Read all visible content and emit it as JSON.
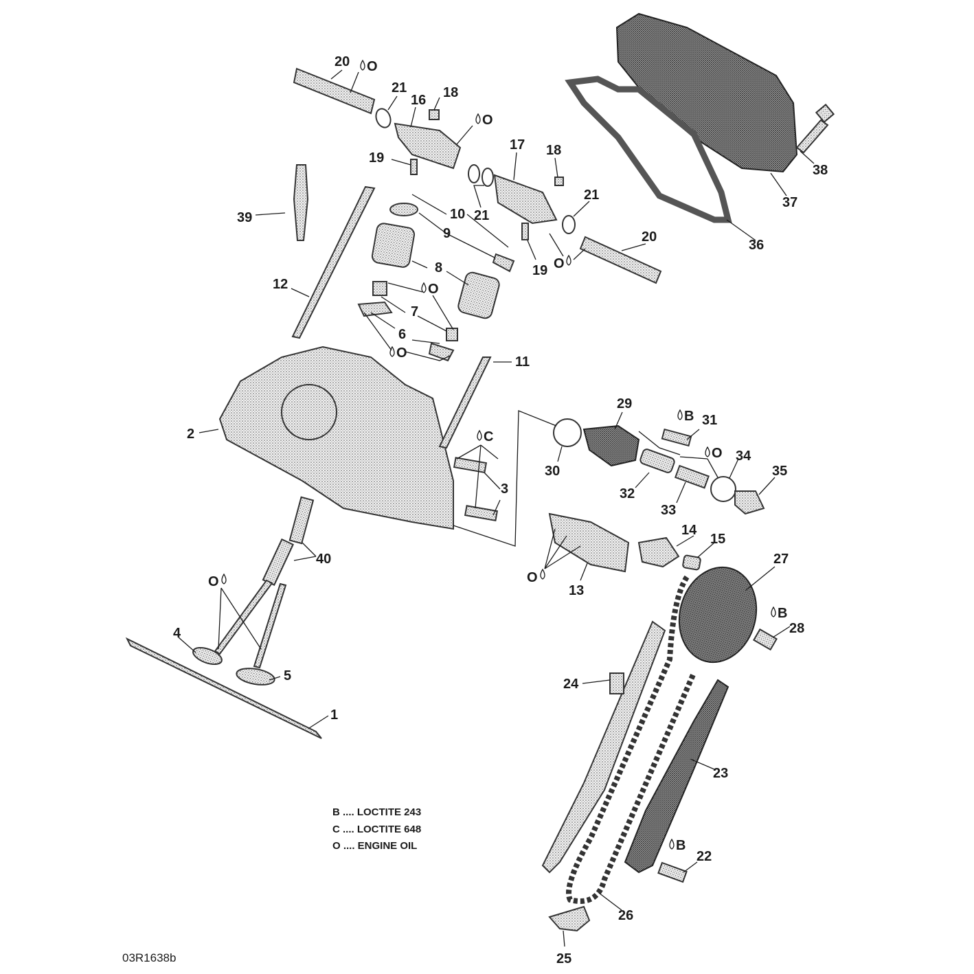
{
  "diagram": {
    "reference_code": "03R1638b",
    "legend": [
      {
        "code": "B",
        "text": "B .... LOCTITE 243"
      },
      {
        "code": "C",
        "text": "C .... LOCTITE 648"
      },
      {
        "code": "O",
        "text": "O .... ENGINE OIL"
      }
    ],
    "callouts": [
      {
        "id": "c1",
        "label": "1"
      },
      {
        "id": "c2",
        "label": "2"
      },
      {
        "id": "c3",
        "label": "3"
      },
      {
        "id": "c4",
        "label": "4"
      },
      {
        "id": "c5",
        "label": "5"
      },
      {
        "id": "c6",
        "label": "6"
      },
      {
        "id": "c7",
        "label": "7"
      },
      {
        "id": "c8",
        "label": "8"
      },
      {
        "id": "c9",
        "label": "9"
      },
      {
        "id": "c10",
        "label": "10"
      },
      {
        "id": "c11",
        "label": "11"
      },
      {
        "id": "c12",
        "label": "12"
      },
      {
        "id": "c13",
        "label": "13"
      },
      {
        "id": "c14",
        "label": "14"
      },
      {
        "id": "c15",
        "label": "15"
      },
      {
        "id": "c16",
        "label": "16"
      },
      {
        "id": "c17",
        "label": "17"
      },
      {
        "id": "c18a",
        "label": "18"
      },
      {
        "id": "c18b",
        "label": "18"
      },
      {
        "id": "c19a",
        "label": "19"
      },
      {
        "id": "c19b",
        "label": "19"
      },
      {
        "id": "c20a",
        "label": "20"
      },
      {
        "id": "c20b",
        "label": "20"
      },
      {
        "id": "c21a",
        "label": "21"
      },
      {
        "id": "c21b",
        "label": "21"
      },
      {
        "id": "c21c",
        "label": "21"
      },
      {
        "id": "c22",
        "label": "22"
      },
      {
        "id": "c23",
        "label": "23"
      },
      {
        "id": "c24",
        "label": "24"
      },
      {
        "id": "c25",
        "label": "25"
      },
      {
        "id": "c26",
        "label": "26"
      },
      {
        "id": "c27",
        "label": "27"
      },
      {
        "id": "c28",
        "label": "28"
      },
      {
        "id": "c29",
        "label": "29"
      },
      {
        "id": "c30",
        "label": "30"
      },
      {
        "id": "c31",
        "label": "31"
      },
      {
        "id": "c32",
        "label": "32"
      },
      {
        "id": "c33",
        "label": "33"
      },
      {
        "id": "c34",
        "label": "34"
      },
      {
        "id": "c35",
        "label": "35"
      },
      {
        "id": "c36",
        "label": "36"
      },
      {
        "id": "c37",
        "label": "37"
      },
      {
        "id": "c38",
        "label": "38"
      },
      {
        "id": "c39",
        "label": "39"
      },
      {
        "id": "c40",
        "label": "40"
      }
    ],
    "fluid_marks": [
      {
        "id": "f1",
        "code": "O"
      },
      {
        "id": "f2",
        "code": "O"
      },
      {
        "id": "f3",
        "code": "O"
      },
      {
        "id": "f4",
        "code": "O"
      },
      {
        "id": "f5",
        "code": "O"
      },
      {
        "id": "f6",
        "code": "O"
      },
      {
        "id": "f7",
        "code": "O"
      },
      {
        "id": "f8",
        "code": "O"
      },
      {
        "id": "f9",
        "code": "O"
      },
      {
        "id": "f10",
        "code": "C"
      },
      {
        "id": "f11",
        "code": "B"
      },
      {
        "id": "f12",
        "code": "B"
      },
      {
        "id": "f13",
        "code": "B"
      }
    ],
    "colors": {
      "ink": "#1a1a1a",
      "paper": "#ffffff",
      "stipple": "#555555"
    }
  }
}
